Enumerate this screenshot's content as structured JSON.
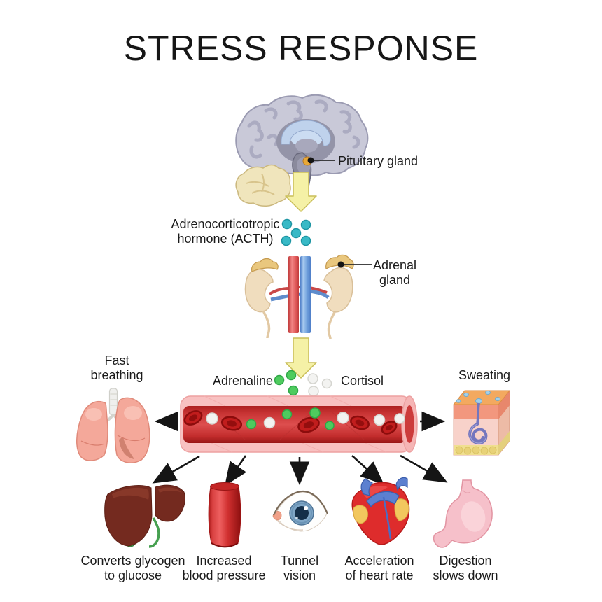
{
  "title": "STRESS RESPONSE",
  "pathway": {
    "pituitary_label": "Pituitary gland",
    "acth_label": "Adrenocorticotropic\nhormone (ACTH)",
    "adrenal_label": "Adrenal\ngland",
    "adrenaline_label": "Adrenaline",
    "cortisol_label": "Cortisol"
  },
  "effects": {
    "side": [
      {
        "organ": "lungs",
        "label": "Fast\nbreathing"
      },
      {
        "organ": "skin",
        "label": "Sweating"
      }
    ],
    "bottom": [
      {
        "organ": "liver",
        "label": "Converts glycogen\nto glucose"
      },
      {
        "organ": "blood-vessel",
        "label": "Increased\nblood pressure"
      },
      {
        "organ": "eye",
        "label": "Tunnel\nvision"
      },
      {
        "organ": "heart",
        "label": "Acceleration\nof heart rate"
      },
      {
        "organ": "stomach",
        "label": "Digestion\nslows down"
      }
    ]
  },
  "colors": {
    "acth_dots": "#38b9c6",
    "adrenaline_dots": "#4ecb5e",
    "cortisol_dots": "#f3f3f1",
    "arrow_yellow": "#f5f1a6",
    "vessel_wall": "#f8c1c1",
    "vessel_blood": "#c73434"
  }
}
